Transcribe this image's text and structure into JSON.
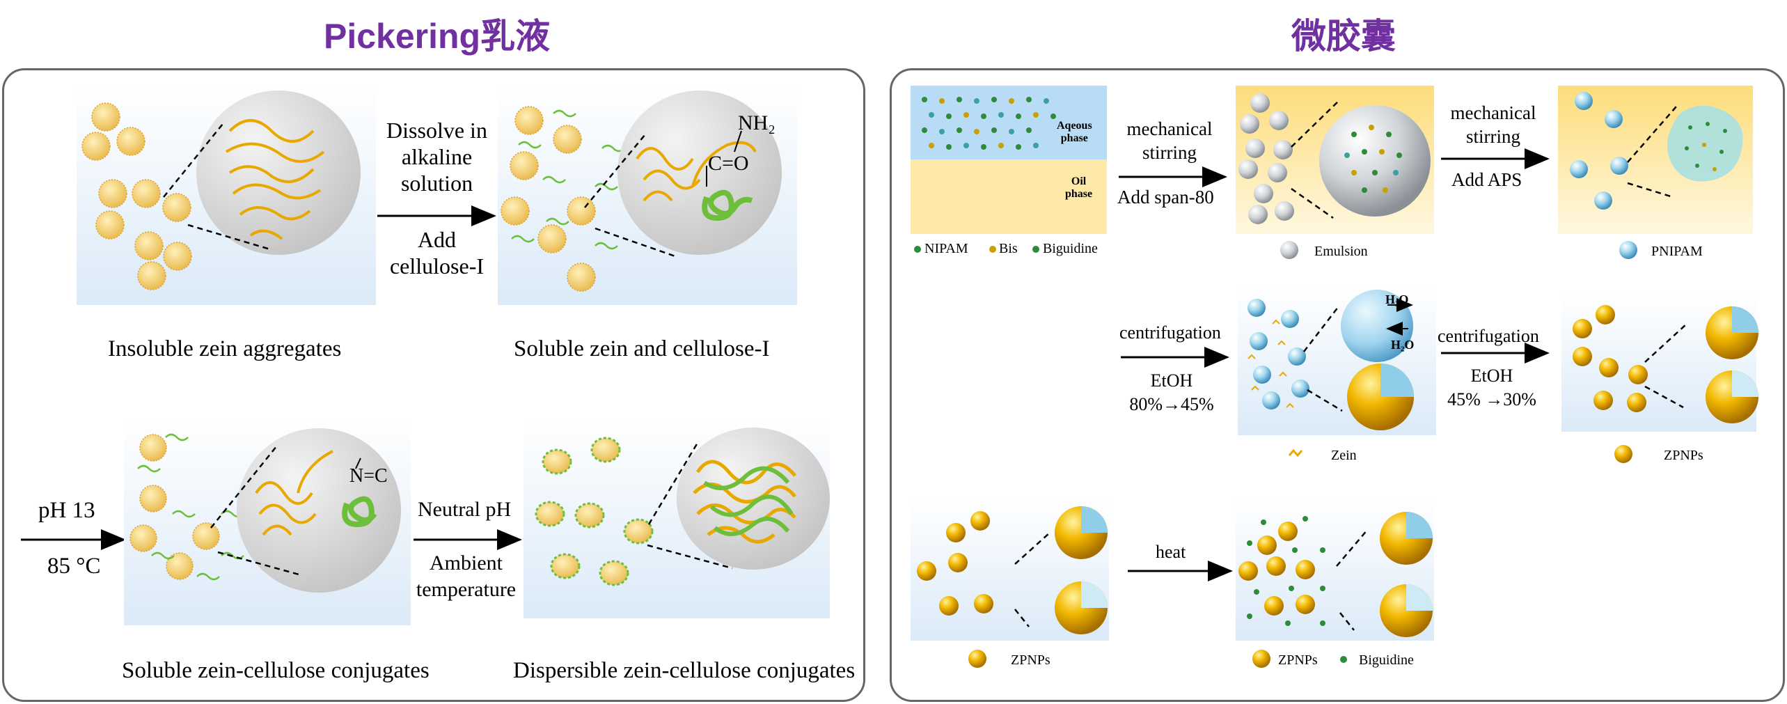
{
  "left_title": "Pickering乳液",
  "right_title": "微胶囊",
  "left": {
    "cap_insoluble": "Insoluble zein aggregates",
    "cap_soluble": "Soluble zein and cellulose-I",
    "cap_conjugates": "Soluble zein-cellulose conjugates",
    "cap_dispersible": "Dispersible zein-cellulose conjugates",
    "arrow1_top": [
      "Dissolve in",
      "alkaline",
      "solution"
    ],
    "arrow1_bottom": [
      "Add",
      "cellulose-I"
    ],
    "arrow2_top": "pH 13",
    "arrow2_bottom": "85 °C",
    "arrow3_top": "Neutral pH",
    "arrow3_bottom": [
      "Ambient",
      "temperature"
    ],
    "chem_nh2": "NH₂",
    "chem_co": "C=O",
    "chem_nc": "N=C"
  },
  "right": {
    "aqueous": "Aqeous\nphase",
    "oil": "Oil\nphase",
    "legend1": [
      "NIPAM",
      "Bis",
      "Biguidine"
    ],
    "arrowA_top": [
      "mechanical",
      "stirring"
    ],
    "arrowA_bottom": "Add span-80",
    "emulsion": "Emulsion",
    "arrowB_top": [
      "mechanical",
      "stirring"
    ],
    "arrowB_bottom": "Add APS",
    "pnipam": "PNIPAM",
    "arrowC_top": "centrifugation",
    "arrowC_bottom": [
      "EtOH",
      "80%→45%"
    ],
    "zein": "Zein",
    "h2o_in": "H₂O",
    "h2o_out": "H₂O",
    "arrowD_top": "centrifugation",
    "arrowD_bottom": [
      "EtOH",
      "45% →30%"
    ],
    "zpnps": "ZPNPs",
    "arrowE_top": "heat",
    "zpnps2": "ZPNPs",
    "zpnps3": "ZPNPs",
    "biguidine": "Biguidine"
  },
  "colors": {
    "title": "#7030a0",
    "zein_gold": "#e8a800",
    "cellulose_green": "#6dbf3b",
    "pnipam_blue": "#8fcde8",
    "water_blue": "#b8dcf5",
    "oil_yellow": "#fde8a8"
  }
}
